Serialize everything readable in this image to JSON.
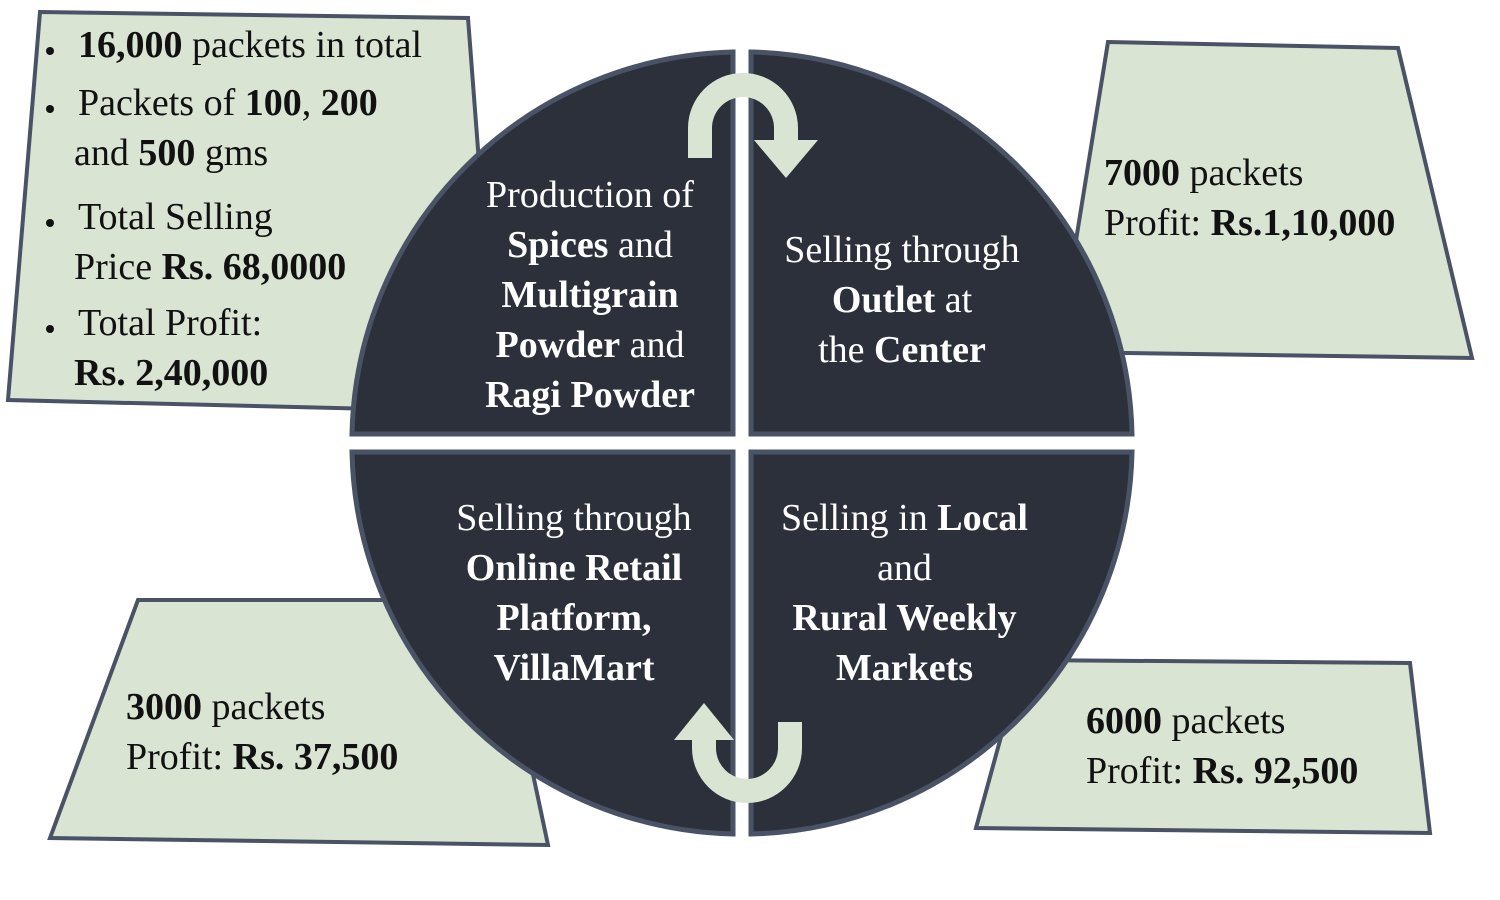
{
  "colors": {
    "quadrant_fill": "#2b303b",
    "quadrant_stroke": "#4a5266",
    "box_fill": "#d9e4d3",
    "box_stroke": "#4a5266",
    "arrow_fill": "#d9e4d3"
  },
  "icons": [
    "curved-arrow-top",
    "curved-arrow-bottom"
  ],
  "quadrants": {
    "top_left": {
      "l1": "Production of",
      "l2b": "Spices",
      "l2": " and",
      "l3b": "Multigrain",
      "l4b": "Powder",
      "l4": " and",
      "l5b": "Ragi Powder"
    },
    "top_right": {
      "l1": "Selling through",
      "l2b": "Outlet",
      "l2": " at",
      "l3": "the ",
      "l3b": "Center"
    },
    "bottom_left": {
      "l1": "Selling through",
      "l2b": "Online Retail",
      "l3b": "Platform,",
      "l4b": "VillaMart"
    },
    "bottom_right": {
      "l1": "Selling in ",
      "l1b": "Local",
      "l2": "and",
      "l3b": "Rural Weekly",
      "l4b": "Markets"
    }
  },
  "boxes": {
    "top_left": {
      "b1_bold": "16,000",
      "b1_text": " packets in total",
      "b2_text": "Packets of ",
      "b2_bold1": "100",
      "b2_sep": ", ",
      "b2_bold2": "200",
      "b2_text2": "and ",
      "b2_bold3": "500",
      "b2_text3": " gms",
      "b3_text": "Total Selling",
      "b3_text2": "Price ",
      "b3_bold": "Rs. 68,0000",
      "b4_text": "Total Profit:",
      "b4_bold": "Rs. 2,40,000"
    },
    "top_right": {
      "count": "7000",
      "count_text": " packets",
      "profit_label": "Profit: ",
      "profit": "Rs.1,10,000"
    },
    "bottom_left": {
      "count": "3000",
      "count_text": " packets",
      "profit_label": "Profit: ",
      "profit": "Rs. 37,500"
    },
    "bottom_right": {
      "count": "6000",
      "count_text": " packets",
      "profit_label": "Profit: ",
      "profit": "Rs. 92,500"
    }
  }
}
